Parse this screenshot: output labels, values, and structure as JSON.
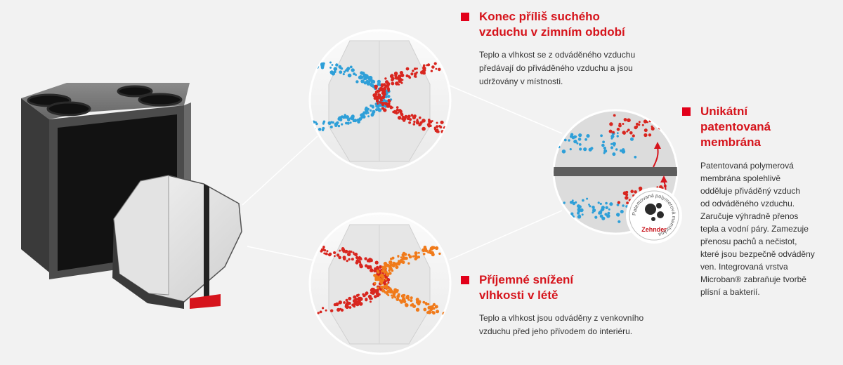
{
  "winter": {
    "title_line1": "Konec příliš suchého",
    "title_line2": "vzduchu v zimním období",
    "body_line1": "Teplo a vlhkost se z odváděného vzduchu",
    "body_line2": "předávají do přiváděného vzduchu a jsou",
    "body_line3": "udržovány v místnosti."
  },
  "summer": {
    "title_line1": "Příjemné snížení",
    "title_line2": "vlhkosti v létě",
    "body_line1": "Teplo a vlhkost jsou odváděny z venkovního",
    "body_line2": "vzduchu před jeho přívodem do interiéru."
  },
  "membrane": {
    "title_line1": "Unikátní",
    "title_line2": "patentovaná",
    "title_line3": "membrána",
    "body_lines": [
      "Patentovaná polymerová",
      "membrána spolehlivě",
      "odděluje přiváděný vzduch",
      "od odváděného vzduchu.",
      "Zaručuje výhradně přenos",
      "tepla a vodní páry. Zamezuje",
      "přenosu pachů a nečistot,",
      "které jsou bezpečně odváděny",
      "ven. Integrovaná vrstva",
      "Microban® zabraňuje tvorbě",
      "plísní a bakterií."
    ]
  },
  "badge": {
    "ring_text": "Patentovaná polymerová membrána",
    "brand": "Zehnder"
  },
  "colors": {
    "accent": "#e2001a",
    "heading": "#d6141c",
    "blue_particle": "#2e9fd8",
    "red_particle": "#d8261f",
    "orange_particle": "#f07a1a",
    "background": "#f2f2f2"
  }
}
